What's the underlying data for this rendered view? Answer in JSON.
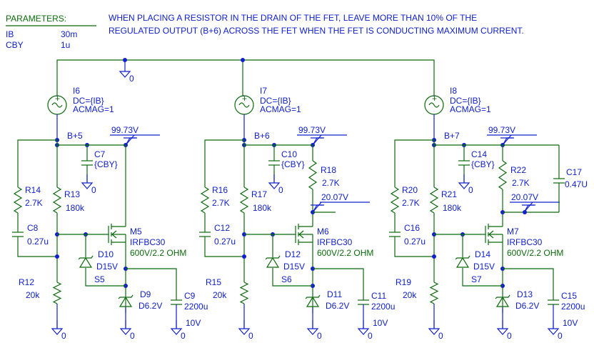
{
  "parameters": {
    "title": "PARAMETERS:",
    "rows": [
      {
        "name": "IB",
        "value": "30m"
      },
      {
        "name": "CBY",
        "value": "1u"
      }
    ]
  },
  "note": {
    "line1": "WHEN PLACING A RESISTOR IN THE DRAIN OF THE FET, LEAVE MORE THAN 10% OF THE",
    "line2": "REGULATED OUTPUT (B+6) ACROSS THE FET WHEN THE FET IS CONDUCTING MAXIMUM CURRENT."
  },
  "ground_label": "0",
  "stages": [
    {
      "source": {
        "ref": "I6",
        "dc": "DC={IB}",
        "acmag": "ACMAG=1"
      },
      "node": "B+5",
      "probe_top": "99.73V",
      "bypass": {
        "ref": "C7",
        "value": "{CBY}"
      },
      "r_left": {
        "ref": "R14",
        "value": "2.7K"
      },
      "r_mid": {
        "ref": "R13",
        "value": "180k"
      },
      "c_left": {
        "ref": "C8",
        "value": "0.27u"
      },
      "fet": {
        "ref": "M5",
        "part": "IRFBC30",
        "desc": "600V/2.2 OHM"
      },
      "zener_gate": {
        "ref": "D10",
        "value": "D15V"
      },
      "source_node": "S5",
      "r_bottom": {
        "ref": "R12",
        "value": "20k"
      },
      "zener_ref": {
        "ref": "D9",
        "value": "D6.2V"
      },
      "c_out": {
        "ref": "C9",
        "value": "2200u",
        "rating": "10V"
      }
    },
    {
      "source": {
        "ref": "I7",
        "dc": "DC={IB}",
        "acmag": "ACMAG=1"
      },
      "node": "B+6",
      "probe_top": "99.73V",
      "probe_drain": "20.07V",
      "bypass": {
        "ref": "C10",
        "value": "{CBY}"
      },
      "r_drain": {
        "ref": "R18",
        "value": "2.7K"
      },
      "r_left": {
        "ref": "R16",
        "value": "2.7K"
      },
      "r_mid": {
        "ref": "R17",
        "value": "180k"
      },
      "c_left": {
        "ref": "C12",
        "value": "0.27u"
      },
      "fet": {
        "ref": "M6",
        "part": "IRFBC30",
        "desc": "600V/2.2 OHM"
      },
      "zener_gate": {
        "ref": "D12",
        "value": "D15V"
      },
      "source_node": "S6",
      "r_bottom": {
        "ref": "R15",
        "value": "20k"
      },
      "zener_ref": {
        "ref": "D11",
        "value": "D6.2V"
      },
      "c_out": {
        "ref": "C11",
        "value": "2200u",
        "rating": "10V"
      }
    },
    {
      "source": {
        "ref": "I8",
        "dc": "DC={IB}",
        "acmag": "ACMAG=1"
      },
      "node": "B+7",
      "probe_top": "99.73V",
      "probe_drain": "20.07V",
      "bypass": {
        "ref": "C14",
        "value": "{CBY}"
      },
      "r_drain": {
        "ref": "R22",
        "value": "2.7K"
      },
      "c_drain": {
        "ref": "C17",
        "value": "0.47U"
      },
      "r_left": {
        "ref": "R20",
        "value": "2.7K"
      },
      "r_mid": {
        "ref": "R21",
        "value": "180k"
      },
      "c_left": {
        "ref": "C16",
        "value": "0.27u"
      },
      "fet": {
        "ref": "M7",
        "part": "IRFBC30",
        "desc": "600V/2.2 OHM"
      },
      "zener_gate": {
        "ref": "D14",
        "value": "D15V"
      },
      "source_node": "S7",
      "r_bottom": {
        "ref": "R19",
        "value": "20k"
      },
      "zener_ref": {
        "ref": "D13",
        "value": "D6.2V"
      },
      "c_out": {
        "ref": "C15",
        "value": "2200u",
        "rating": "10V"
      }
    }
  ]
}
